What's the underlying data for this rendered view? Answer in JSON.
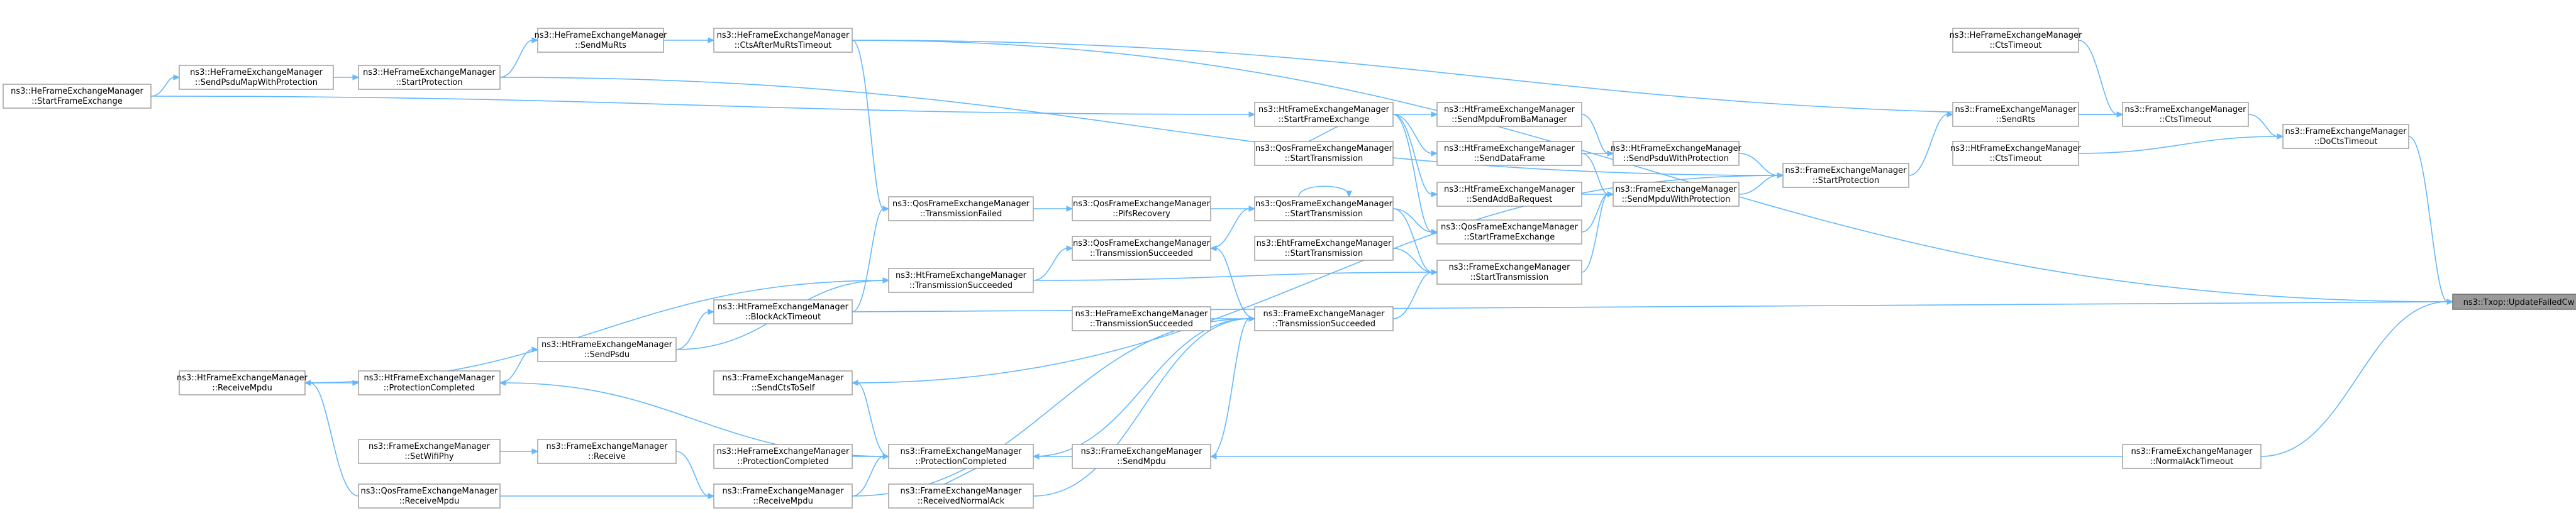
{
  "graph": {
    "edge_color": "#63b8ff",
    "root_fill": "#999999",
    "node_border": "#999999",
    "nodes": [
      {
        "id": "root",
        "l1": "ns3::Txop::UpdateFailedCw",
        "l2": ""
      },
      {
        "id": "fem_DoCtsTimeout",
        "l1": "ns3::FrameExchangeManager",
        "l2": "::DoCtsTimeout"
      },
      {
        "id": "fem_CtsTimeout",
        "l1": "ns3::FrameExchangeManager",
        "l2": "::CtsTimeout"
      },
      {
        "id": "hefem_CtsTimeout",
        "l1": "ns3::HeFrameExchangeManager",
        "l2": "::CtsTimeout"
      },
      {
        "id": "fem_SendRts",
        "l1": "ns3::FrameExchangeManager",
        "l2": "::SendRts"
      },
      {
        "id": "htfem_CtsTimeout",
        "l1": "ns3::HtFrameExchangeManager",
        "l2": "::CtsTimeout"
      },
      {
        "id": "fem_StartProtection",
        "l1": "ns3::FrameExchangeManager",
        "l2": "::StartProtection"
      },
      {
        "id": "htfem_SendPsduWithProtection",
        "l1": "ns3::HtFrameExchangeManager",
        "l2": "::SendPsduWithProtection"
      },
      {
        "id": "fem_SendMpduWithProtection",
        "l1": "ns3::FrameExchangeManager",
        "l2": "::SendMpduWithProtection"
      },
      {
        "id": "htfem_SendMpduFromBaManager",
        "l1": "ns3::HtFrameExchangeManager",
        "l2": "::SendMpduFromBaManager"
      },
      {
        "id": "htfem_SendDataFrame",
        "l1": "ns3::HtFrameExchangeManager",
        "l2": "::SendDataFrame"
      },
      {
        "id": "htfem_SendAddBaRequest",
        "l1": "ns3::HtFrameExchangeManager",
        "l2": "::SendAddBaRequest"
      },
      {
        "id": "qfem_StartFrameExchange",
        "l1": "ns3::QosFrameExchangeManager",
        "l2": "::StartFrameExchange"
      },
      {
        "id": "htfem_StartFrameExchange",
        "l1": "ns3::HtFrameExchangeManager",
        "l2": "::StartFrameExchange"
      },
      {
        "id": "qfem_StartTransmission1",
        "l1": "ns3::QosFrameExchangeManager",
        "l2": "::StartTransmission"
      },
      {
        "id": "qfem_StartTransmission2",
        "l1": "ns3::QosFrameExchangeManager",
        "l2": "::StartTransmission"
      },
      {
        "id": "ehtfem_StartTransmission",
        "l1": "ns3::EhtFrameExchangeManager",
        "l2": "::StartTransmission"
      },
      {
        "id": "fem_StartTransmission",
        "l1": "ns3::FrameExchangeManager",
        "l2": "::StartTransmission"
      },
      {
        "id": "qfem_PifsRecovery",
        "l1": "ns3::QosFrameExchangeManager",
        "l2": "::PifsRecovery"
      },
      {
        "id": "qfem_TransmissionFailed",
        "l1": "ns3::QosFrameExchangeManager",
        "l2": "::TransmissionFailed"
      },
      {
        "id": "qfem_TransmissionSucceeded",
        "l1": "ns3::QosFrameExchangeManager",
        "l2": "::TransmissionSucceeded"
      },
      {
        "id": "htfem_TransmissionSucceeded",
        "l1": "ns3::HtFrameExchangeManager",
        "l2": "::TransmissionSucceeded"
      },
      {
        "id": "hefem_TransmissionSucceeded",
        "l1": "ns3::HeFrameExchangeManager",
        "l2": "::TransmissionSucceeded"
      },
      {
        "id": "fem_TransmissionSucceeded",
        "l1": "ns3::FrameExchangeManager",
        "l2": "::TransmissionSucceeded"
      },
      {
        "id": "hefem_CtsAfterMuRtsTimeout",
        "l1": "ns3::HeFrameExchangeManager",
        "l2": "::CtsAfterMuRtsTimeout"
      },
      {
        "id": "hefem_SendMuRts",
        "l1": "ns3::HeFrameExchangeManager",
        "l2": "::SendMuRts"
      },
      {
        "id": "hefem_StartProtection",
        "l1": "ns3::HeFrameExchangeManager",
        "l2": "::StartProtection"
      },
      {
        "id": "hefem_SendPsduMapWithProtection",
        "l1": "ns3::HeFrameExchangeManager",
        "l2": "::SendPsduMapWithProtection"
      },
      {
        "id": "hefem_StartFrameExchange",
        "l1": "ns3::HeFrameExchangeManager",
        "l2": "::StartFrameExchange"
      },
      {
        "id": "htfem_BlockAckTimeout",
        "l1": "ns3::HtFrameExchangeManager",
        "l2": "::BlockAckTimeout"
      },
      {
        "id": "htfem_SendPsdu",
        "l1": "ns3::HtFrameExchangeManager",
        "l2": "::SendPsdu"
      },
      {
        "id": "htfem_ProtectionCompleted",
        "l1": "ns3::HtFrameExchangeManager",
        "l2": "::ProtectionCompleted"
      },
      {
        "id": "htfem_ReceiveMpdu",
        "l1": "ns3::HtFrameExchangeManager",
        "l2": "::ReceiveMpdu"
      },
      {
        "id": "fem_SendCtsToSelf",
        "l1": "ns3::FrameExchangeManager",
        "l2": "::SendCtsToSelf"
      },
      {
        "id": "fem_ProtectionCompleted",
        "l1": "ns3::FrameExchangeManager",
        "l2": "::ProtectionCompleted"
      },
      {
        "id": "hefem_ProtectionCompleted",
        "l1": "ns3::HeFrameExchangeManager",
        "l2": "::ProtectionCompleted"
      },
      {
        "id": "fem_SendMpdu",
        "l1": "ns3::FrameExchangeManager",
        "l2": "::SendMpdu"
      },
      {
        "id": "fem_NormalAckTimeout",
        "l1": "ns3::FrameExchangeManager",
        "l2": "::NormalAckTimeout"
      },
      {
        "id": "fem_SetWifiPhy",
        "l1": "ns3::FrameExchangeManager",
        "l2": "::SetWifiPhy"
      },
      {
        "id": "fem_Receive",
        "l1": "ns3::FrameExchangeManager",
        "l2": "::Receive"
      },
      {
        "id": "fem_ReceiveMpdu",
        "l1": "ns3::FrameExchangeManager",
        "l2": "::ReceiveMpdu"
      },
      {
        "id": "fem_ReceivedNormalAck",
        "l1": "ns3::FrameExchangeManager",
        "l2": "::ReceivedNormalAck"
      },
      {
        "id": "qfem_ReceiveMpdu",
        "l1": "ns3::QosFrameExchangeManager",
        "l2": "::ReceiveMpdu"
      }
    ],
    "edges": [
      [
        "fem_DoCtsTimeout",
        "root"
      ],
      [
        "fem_CtsTimeout",
        "fem_DoCtsTimeout"
      ],
      [
        "hefem_CtsTimeout",
        "fem_CtsTimeout"
      ],
      [
        "fem_SendRts",
        "fem_CtsTimeout"
      ],
      [
        "htfem_CtsTimeout",
        "fem_DoCtsTimeout"
      ],
      [
        "fem_StartProtection",
        "fem_SendRts"
      ],
      [
        "htfem_SendPsduWithProtection",
        "fem_StartProtection"
      ],
      [
        "fem_SendMpduWithProtection",
        "fem_StartProtection"
      ],
      [
        "htfem_SendMpduFromBaManager",
        "htfem_SendPsduWithProtection"
      ],
      [
        "htfem_SendDataFrame",
        "htfem_SendPsduWithProtection"
      ],
      [
        "htfem_SendDataFrame",
        "fem_SendMpduWithProtection"
      ],
      [
        "htfem_SendAddBaRequest",
        "fem_SendMpduWithProtection"
      ],
      [
        "qfem_StartFrameExchange",
        "fem_SendMpduWithProtection"
      ],
      [
        "fem_StartTransmission",
        "fem_SendMpduWithProtection"
      ],
      [
        "htfem_StartFrameExchange",
        "htfem_SendMpduFromBaManager"
      ],
      [
        "htfem_StartFrameExchange",
        "htfem_SendDataFrame"
      ],
      [
        "htfem_StartFrameExchange",
        "htfem_SendAddBaRequest"
      ],
      [
        "htfem_StartFrameExchange",
        "qfem_StartFrameExchange"
      ],
      [
        "qfem_StartTransmission1",
        "htfem_StartFrameExchange"
      ],
      [
        "qfem_StartTransmission2",
        "qfem_StartFrameExchange"
      ],
      [
        "qfem_StartTransmission2",
        "qfem_StartTransmission2"
      ],
      [
        "qfem_StartTransmission2",
        "fem_StartTransmission"
      ],
      [
        "ehtfem_StartTransmission",
        "fem_StartTransmission"
      ],
      [
        "qfem_PifsRecovery",
        "qfem_StartTransmission2"
      ],
      [
        "qfem_TransmissionFailed",
        "qfem_PifsRecovery"
      ],
      [
        "qfem_TransmissionSucceeded",
        "qfem_StartTransmission2"
      ],
      [
        "htfem_TransmissionSucceeded",
        "qfem_TransmissionSucceeded"
      ],
      [
        "htfem_TransmissionSucceeded",
        "fem_StartTransmission"
      ],
      [
        "fem_TransmissionSucceeded",
        "fem_StartTransmission"
      ],
      [
        "fem_TransmissionSucceeded",
        "qfem_TransmissionSucceeded"
      ],
      [
        "hefem_TransmissionSucceeded",
        "fem_TransmissionSucceeded"
      ],
      [
        "hefem_CtsAfterMuRtsTimeout",
        "root"
      ],
      [
        "hefem_CtsAfterMuRtsTimeout",
        "fem_CtsTimeout"
      ],
      [
        "hefem_SendMuRts",
        "hefem_CtsAfterMuRtsTimeout"
      ],
      [
        "hefem_StartProtection",
        "hefem_SendMuRts"
      ],
      [
        "hefem_StartProtection",
        "fem_StartProtection"
      ],
      [
        "hefem_SendPsduMapWithProtection",
        "hefem_StartProtection"
      ],
      [
        "hefem_StartFrameExchange",
        "hefem_SendPsduMapWithProtection"
      ],
      [
        "hefem_StartFrameExchange",
        "htfem_StartFrameExchange"
      ],
      [
        "hefem_CtsAfterMuRtsTimeout",
        "qfem_TransmissionFailed"
      ],
      [
        "htfem_BlockAckTimeout",
        "qfem_TransmissionFailed"
      ],
      [
        "htfem_BlockAckTimeout",
        "root"
      ],
      [
        "htfem_SendPsdu",
        "htfem_BlockAckTimeout"
      ],
      [
        "htfem_SendPsdu",
        "htfem_TransmissionSucceeded"
      ],
      [
        "htfem_ProtectionCompleted",
        "htfem_SendPsdu"
      ],
      [
        "htfem_ReceiveMpdu",
        "htfem_ProtectionCompleted"
      ],
      [
        "htfem_ReceiveMpdu",
        "htfem_TransmissionSucceeded"
      ],
      [
        "fem_SendCtsToSelf",
        "fem_StartProtection"
      ],
      [
        "fem_ProtectionCompleted",
        "fem_SendCtsToSelf"
      ],
      [
        "fem_ProtectionCompleted",
        "htfem_ProtectionCompleted"
      ],
      [
        "fem_ProtectionCompleted",
        "fem_TransmissionSucceeded"
      ],
      [
        "hefem_ProtectionCompleted",
        "fem_ProtectionCompleted"
      ],
      [
        "fem_SendMpdu",
        "fem_ProtectionCompleted"
      ],
      [
        "fem_SendMpdu",
        "fem_TransmissionSucceeded"
      ],
      [
        "fem_NormalAckTimeout",
        "root"
      ],
      [
        "fem_NormalAckTimeout",
        "fem_SendMpdu"
      ],
      [
        "fem_SetWifiPhy",
        "fem_Receive"
      ],
      [
        "fem_Receive",
        "fem_ReceiveMpdu"
      ],
      [
        "fem_ReceiveMpdu",
        "fem_ProtectionCompleted"
      ],
      [
        "fem_ReceiveMpdu",
        "fem_TransmissionSucceeded"
      ],
      [
        "fem_ReceivedNormalAck",
        "fem_ProtectionCompleted"
      ],
      [
        "fem_ReceivedNormalAck",
        "fem_TransmissionSucceeded"
      ],
      [
        "qfem_ReceiveMpdu",
        "fem_ReceiveMpdu"
      ],
      [
        "qfem_ReceiveMpdu",
        "htfem_ReceiveMpdu"
      ]
    ]
  }
}
